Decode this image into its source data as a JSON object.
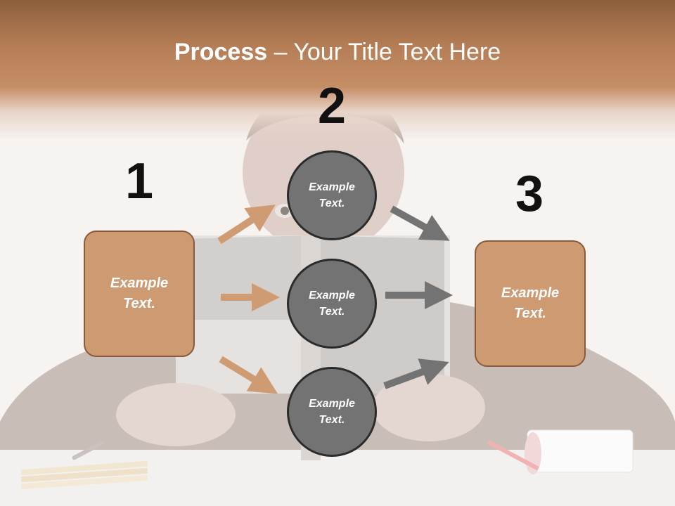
{
  "title": {
    "bold": "Process",
    "rest": " – Your Title Text Here"
  },
  "steps": [
    {
      "number": "1"
    },
    {
      "number": "2"
    },
    {
      "number": "3"
    }
  ],
  "left_box": {
    "text": "Example Text."
  },
  "right_box": {
    "text": "Example Text."
  },
  "circles": [
    {
      "text": "Example Text."
    },
    {
      "text": "Example Text."
    },
    {
      "text": "Example Text."
    }
  ],
  "colors": {
    "header_brown": "#b77f57",
    "box_fill": "#cd9a72",
    "box_border": "#8a5a3c",
    "circle_fill": "#737373",
    "circle_border": "#2b2b2b",
    "arrow_left": "#cf9b73",
    "arrow_right": "#737373"
  },
  "background_image": "faded photo of a man peeking over an open book at a desk with pencils and a notebook"
}
